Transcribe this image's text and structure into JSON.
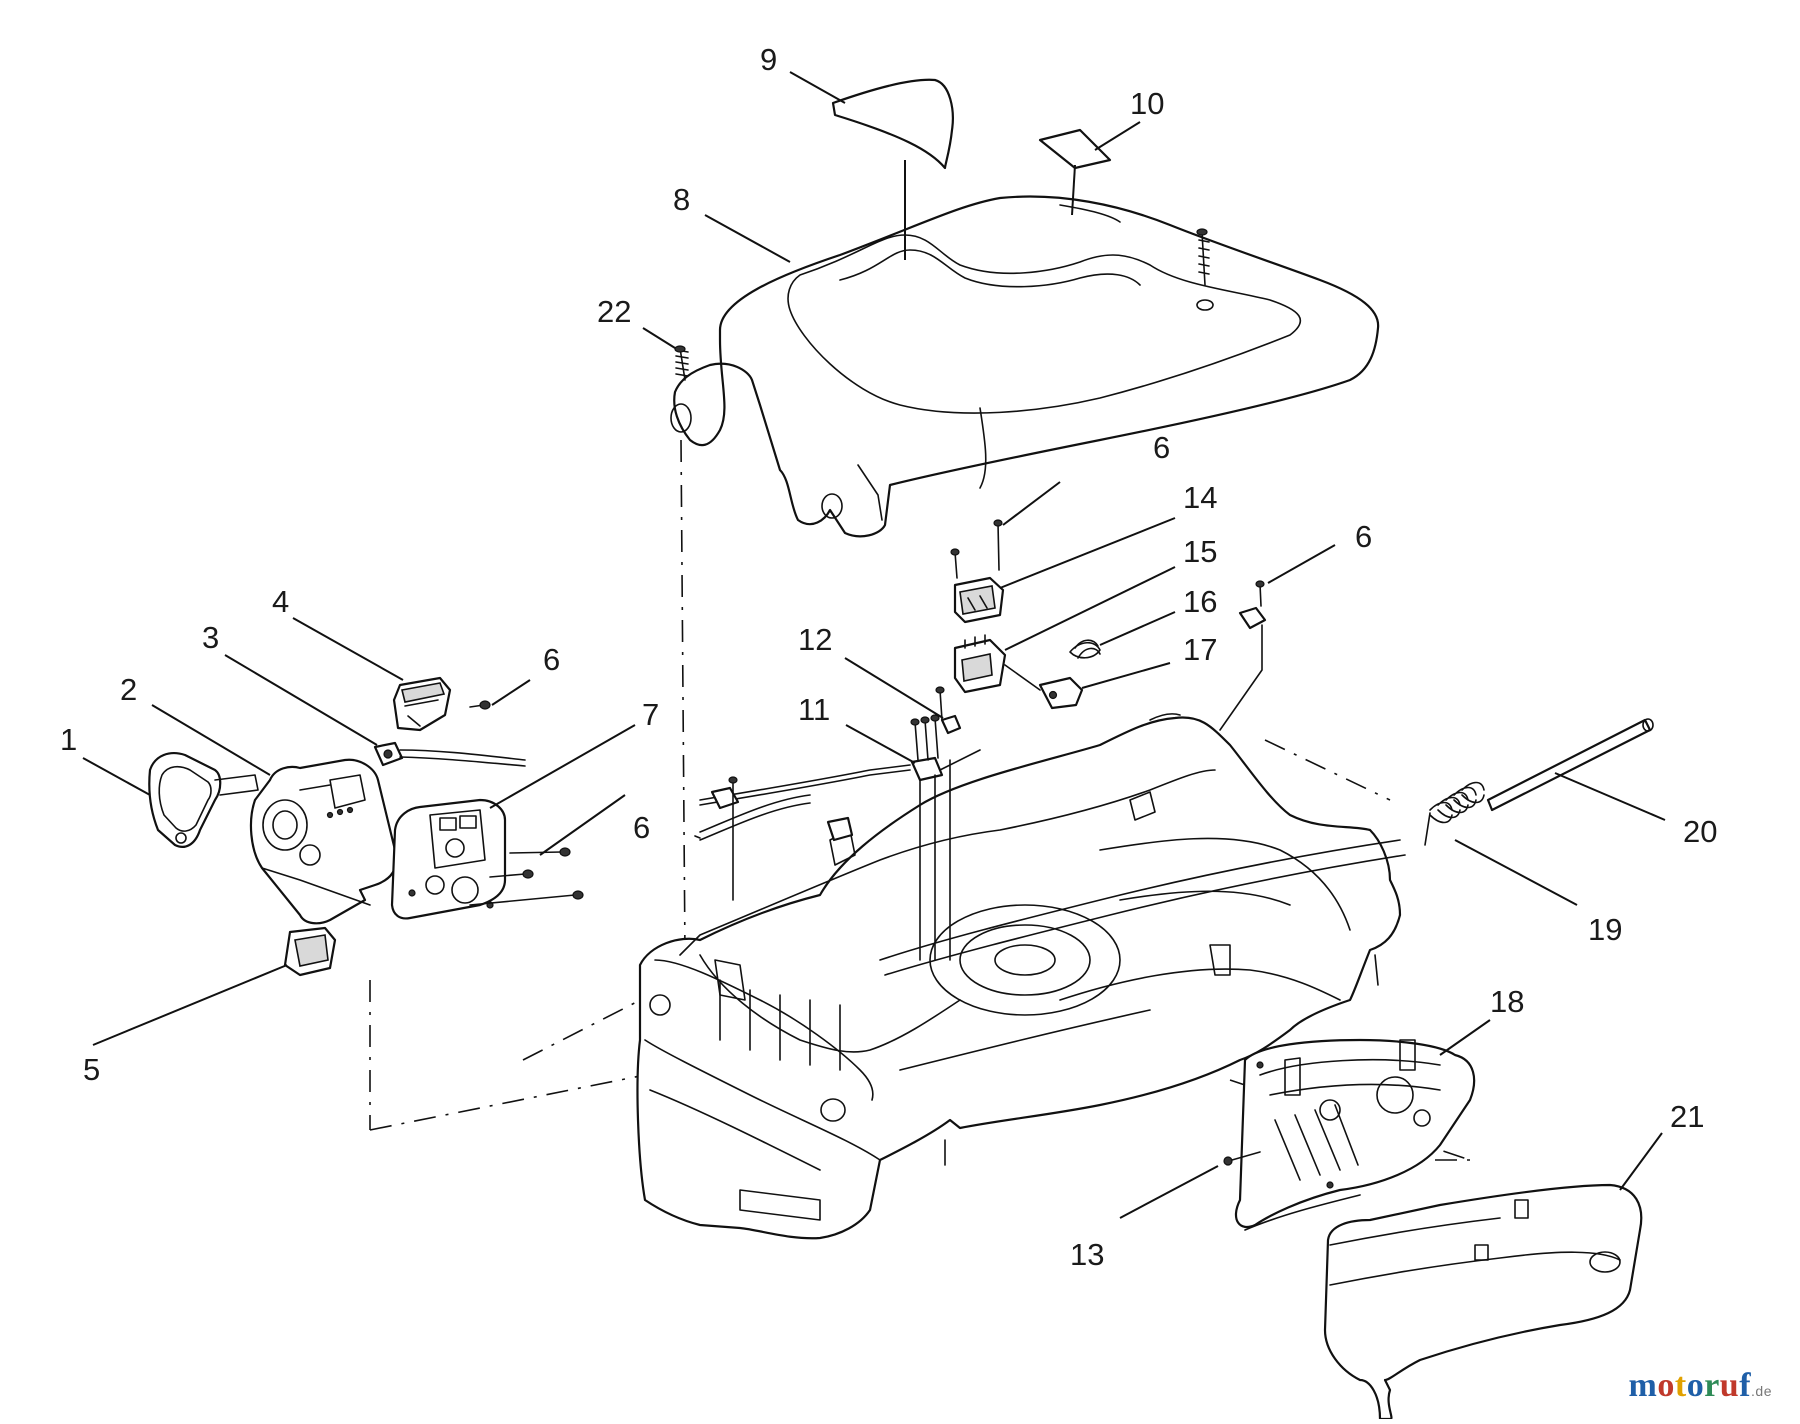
{
  "diagram": {
    "callouts": [
      "1",
      "2",
      "3",
      "4",
      "5",
      "6",
      "7",
      "8",
      "9",
      "10",
      "11",
      "12",
      "13",
      "14",
      "15",
      "16",
      "17",
      "18",
      "19",
      "20",
      "21",
      "22"
    ],
    "callout_6_repeats": [
      "6",
      "6",
      "6",
      "6"
    ]
  },
  "watermark": {
    "parts": [
      {
        "text": "m",
        "color": "#1f5fa8"
      },
      {
        "text": "o",
        "color": "#c0392b"
      },
      {
        "text": "t",
        "color": "#e1a100"
      },
      {
        "text": "o",
        "color": "#1f5fa8"
      },
      {
        "text": "r",
        "color": "#2e8b57"
      },
      {
        "text": "u",
        "color": "#c0392b"
      },
      {
        "text": "f",
        "color": "#1f5fa8"
      }
    ],
    "tld": ".de"
  }
}
